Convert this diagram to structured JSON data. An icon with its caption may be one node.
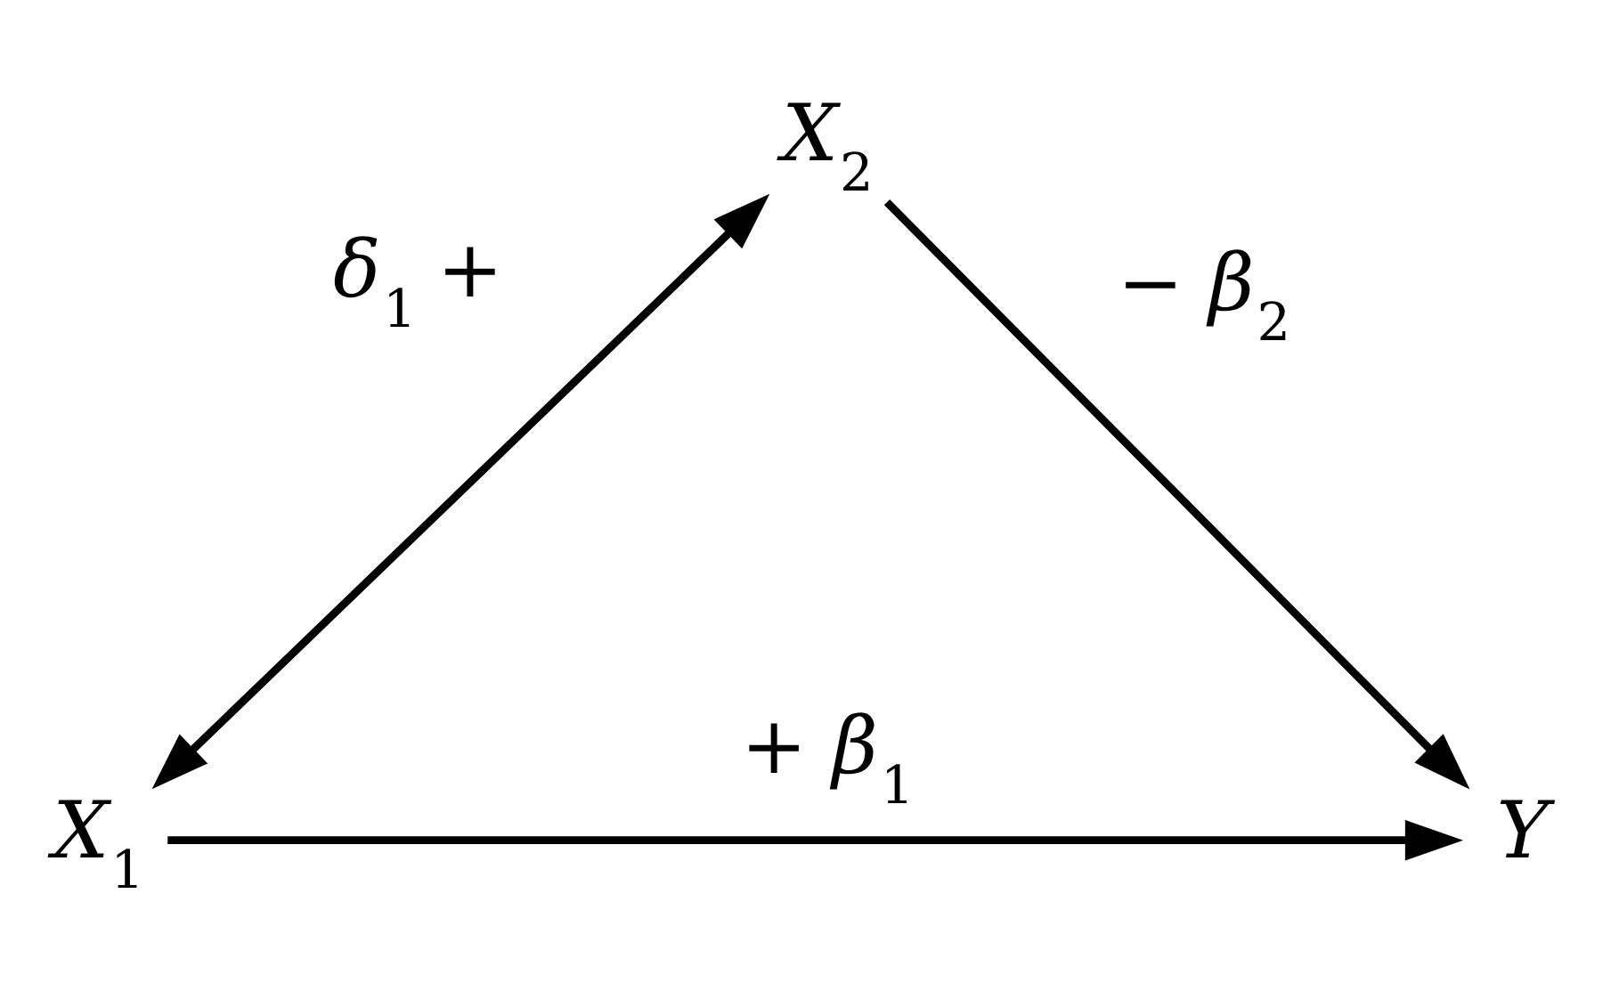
{
  "diagram": {
    "nodes": [
      {
        "text": [
          "X$_{2}$"
        ]
      },
      {
        "text": [
          "X$_{1}$"
        ]
      },
      {
        "text": [
          "Y"
        ]
      }
    ],
    "edges": [
      {
        "from": 1,
        "to": 0,
        "arrow": "both",
        "label": "δ$_{1}$  +"
      },
      {
        "from": 0,
        "to": 2,
        "arrow": "to",
        "label": "− β$_{2}$"
      },
      {
        "from": 1,
        "to": 2,
        "arrow": "to",
        "label": "+ β$_{1}$"
      }
    ]
  }
}
